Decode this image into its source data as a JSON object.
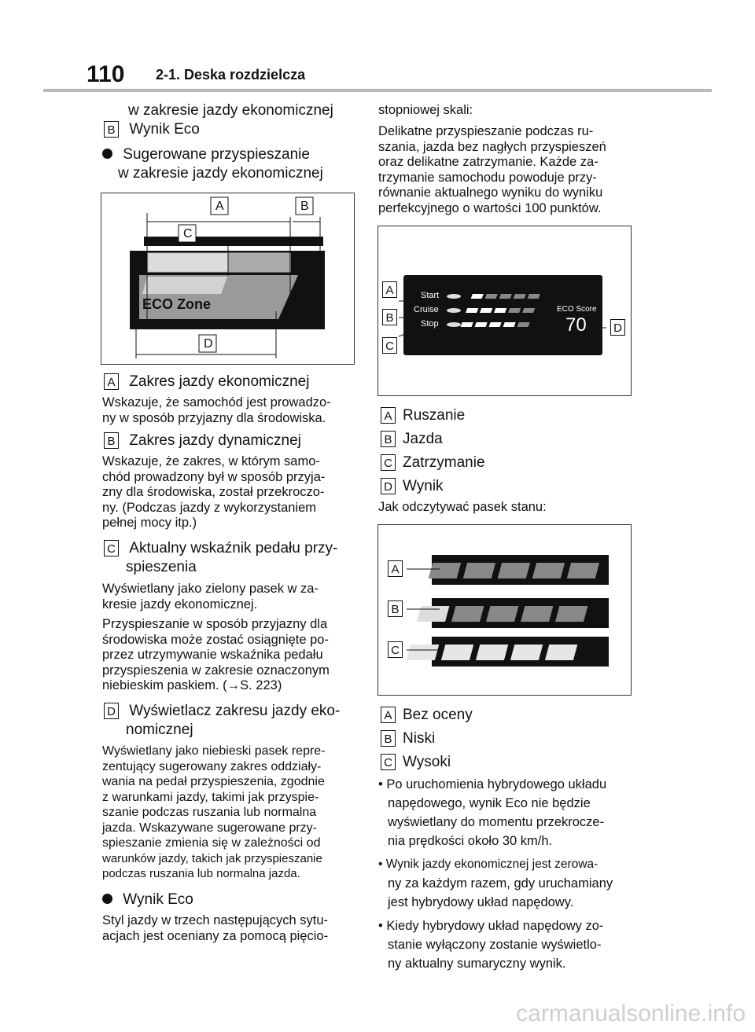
{
  "header": {
    "page_number": "110",
    "section": "2-1. Deska rozdzielcza"
  },
  "left": {
    "l1": "w zakresie jazdy ekonomicznej",
    "b_label": "B",
    "b_text": "Wynik Eco",
    "bullet_title_1": "Sugerowane przyspieszanie",
    "bullet_title_2": "w zakresie jazdy ekonomicznej",
    "fig1": {
      "eco_zone": "ECO Zone",
      "A": "A",
      "B": "B",
      "C": "C",
      "D": "D"
    },
    "itemA_label": "A",
    "itemA_title": "Zakres jazdy ekonomicznej",
    "itemA_desc": [
      "Wskazuje, że samochód jest prowadzo-",
      "ny w sposób przyjazny dla środowiska."
    ],
    "itemB_label": "B",
    "itemB_title": "Zakres jazdy dynamicznej",
    "itemB_desc": [
      "Wskazuje, że zakres, w którym samo-",
      "chód prowadzony był w sposób przyja-",
      "zny dla środowiska, został przekroczo-",
      "ny. (Podczas jazdy z wykorzystaniem",
      "pełnej mocy itp.)"
    ],
    "itemC_label": "C",
    "itemC_title_1": "Aktualny wskaźnik pedału przy-",
    "itemC_title_2": "spieszenia",
    "itemC_desc1": [
      "Wyświetlany jako zielony pasek w za-",
      "kresie jazdy ekonomicznej."
    ],
    "itemC_desc2": [
      "Przyspieszanie w sposób przyjazny dla",
      "środowiska może zostać osiągnięte po-",
      "przez utrzymywanie wskaźnika pedału",
      "przyspieszenia w zakresie oznaczonym",
      "niebieskim paskiem. (→S. 223)"
    ],
    "itemD_label": "D",
    "itemD_title_1": "Wyświetlacz zakresu jazdy eko-",
    "itemD_title_2": "nomicznej",
    "itemD_desc": [
      "Wyświetlany jako niebieski pasek repre-",
      "zentujący sugerowany zakres oddziały-",
      "wania na pedał przyspieszenia, zgodnie",
      "z warunkami jazdy, takimi jak przyspie-",
      "szanie podczas ruszania lub normalna",
      "jazda. Wskazywane sugerowane przy-",
      "spieszanie zmienia się w zależności od",
      "warunków jazdy, takich jak przyspieszanie",
      "podczas ruszania lub normalna jazda."
    ],
    "bullet2_title": "Wynik Eco",
    "bullet2_desc": [
      "Styl jazdy w trzech następujących sytu-",
      "acjach jest oceniany za pomocą pięcio-"
    ]
  },
  "right": {
    "intro": [
      "stopniowej skali:"
    ],
    "para": [
      "Delikatne przyspieszanie podczas ru-",
      "szania, jazda bez nagłych przyspieszeń",
      "oraz delikatne zatrzymanie. Każde za-",
      "trzymanie samochodu powoduje przy-",
      "równanie aktualnego wyniku do wyniku",
      "perfekcyjnego o wartości 100 punktów."
    ],
    "fig2": {
      "start": "Start",
      "cruise": "Cruise",
      "stop": "Stop",
      "eco_score_label": "ECO Score",
      "score": "70",
      "A": "A",
      "B": "B",
      "C": "C",
      "D": "D"
    },
    "list1": [
      {
        "label": "A",
        "text": "Ruszanie"
      },
      {
        "label": "B",
        "text": "Jazda"
      },
      {
        "label": "C",
        "text": "Zatrzymanie"
      },
      {
        "label": "D",
        "text": "Wynik"
      }
    ],
    "status_intro": "Jak odczytywać pasek stanu:",
    "fig3": {
      "A": "A",
      "B": "B",
      "C": "C"
    },
    "list2": [
      {
        "label": "A",
        "text": "Bez oceny"
      },
      {
        "label": "B",
        "text": "Niski"
      },
      {
        "label": "C",
        "text": "Wysoki"
      }
    ],
    "notes": [
      [
        "• Po uruchomienia hybrydowego układu",
        "napędowego, wynik Eco nie będzie",
        "wyświetlany do momentu przekrocze-",
        "nia prędkości około 30 km/h."
      ],
      [
        "• Wynik jazdy ekonomicznej jest zerowa-",
        "ny za każdym razem, gdy uruchamiany",
        "jest hybrydowy układ napędowy."
      ],
      [
        "• Kiedy hybrydowy układ napędowy zo-",
        "stanie wyłączony zostanie wyświetlo-",
        "ny aktualny sumaryczny wynik."
      ]
    ]
  },
  "watermark": "carmanualsonline.info"
}
